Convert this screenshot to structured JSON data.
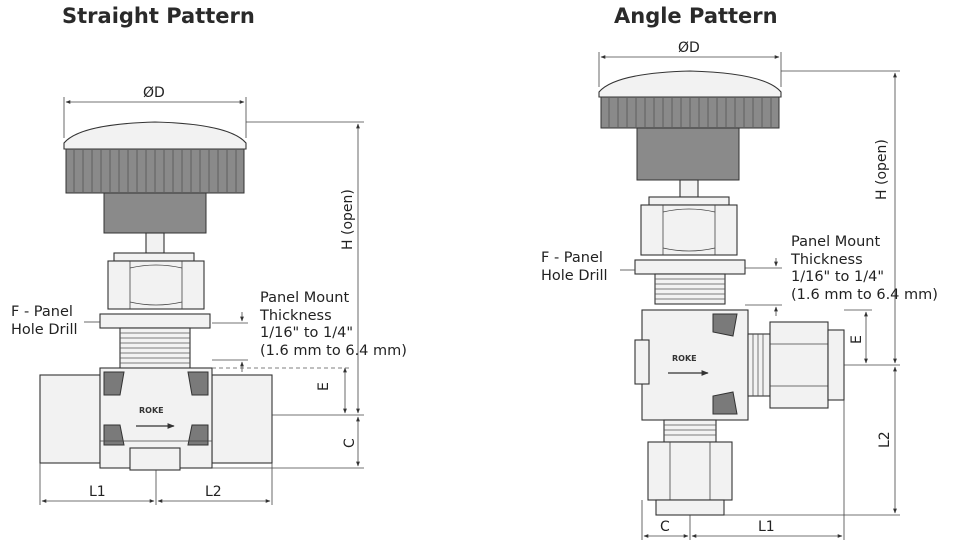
{
  "straight": {
    "title": "Straight Pattern",
    "diameter_label": "ØD",
    "height_label": "H (open)",
    "panel_drill_line1": "F - Panel",
    "panel_drill_line2": "Hole Drill",
    "panel_mount_line1": "Panel Mount",
    "panel_mount_line2": "Thickness",
    "panel_mount_line3": "1/16\" to 1/4\"",
    "panel_mount_line4": "(1.6 mm to 6.4 mm)",
    "e_label": "E",
    "c_label": "C",
    "l1_label": "L1",
    "l2_label": "L2",
    "brand": "ROKE"
  },
  "angle": {
    "title": "Angle Pattern",
    "diameter_label": "ØD",
    "height_label": "H (open)",
    "panel_drill_line1": "F - Panel",
    "panel_drill_line2": "Hole Drill",
    "panel_mount_line1": "Panel Mount",
    "panel_mount_line2": "Thickness",
    "panel_mount_line3": "1/16\" to 1/4\"",
    "panel_mount_line4": "(1.6 mm to 6.4 mm)",
    "e_label": "E",
    "l2_label": "L2",
    "c_label": "C",
    "l1_label": "L1",
    "brand": "ROKE"
  }
}
